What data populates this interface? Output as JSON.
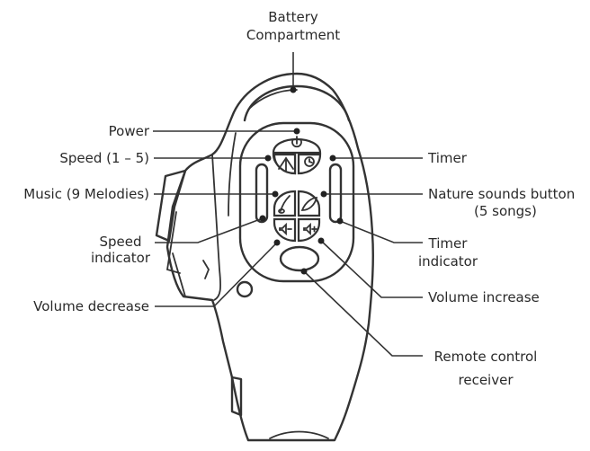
{
  "labels": {
    "battery": [
      "Battery",
      "Compartment"
    ],
    "power": "Power",
    "speed": "Speed (1 – 5)",
    "music": "Music (9 Melodies)",
    "speed_indicator": [
      "Speed",
      "indicator"
    ],
    "volume_decrease": "Volume decrease",
    "timer": "Timer",
    "nature": [
      "Nature sounds button",
      "(5 songs)"
    ],
    "timer_indicator": [
      "Timer",
      "indicator"
    ],
    "volume_increase": "Volume increase",
    "remote_receiver": [
      "Remote control",
      "receiver"
    ]
  },
  "icons": {
    "power": "power-icon",
    "speed": "speed-arrow-icon",
    "timer": "clock-icon",
    "music": "music-note-icon",
    "nature": "leaf-icon",
    "volume_down": "speaker-minus-icon",
    "volume_up": "speaker-plus-icon"
  },
  "colors": {
    "line": "#333333",
    "text": "#2a2a2a"
  }
}
